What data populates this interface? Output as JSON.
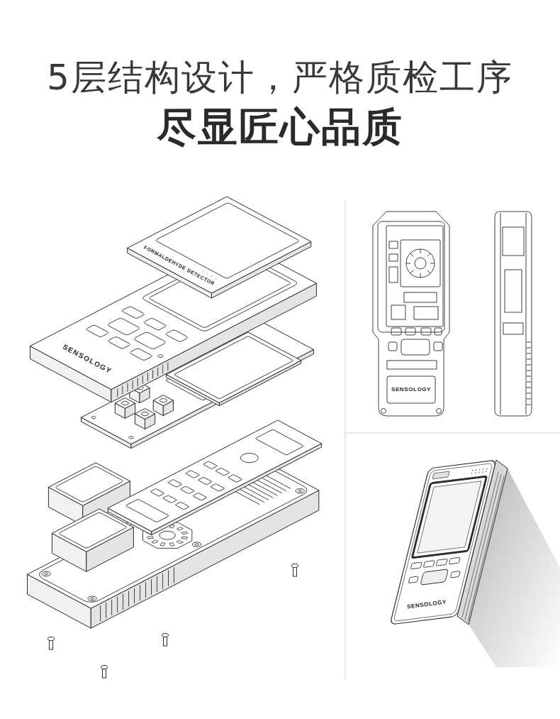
{
  "diagram": {
    "title": "5层结构设计，严格质检工序",
    "labels": [
      "尽显匠心品质",
      "FORMALDEHYDE DETECTOR",
      "SENSOLOGY",
      "SENSOLOGY",
      "SENSOLOGY"
    ]
  }
}
